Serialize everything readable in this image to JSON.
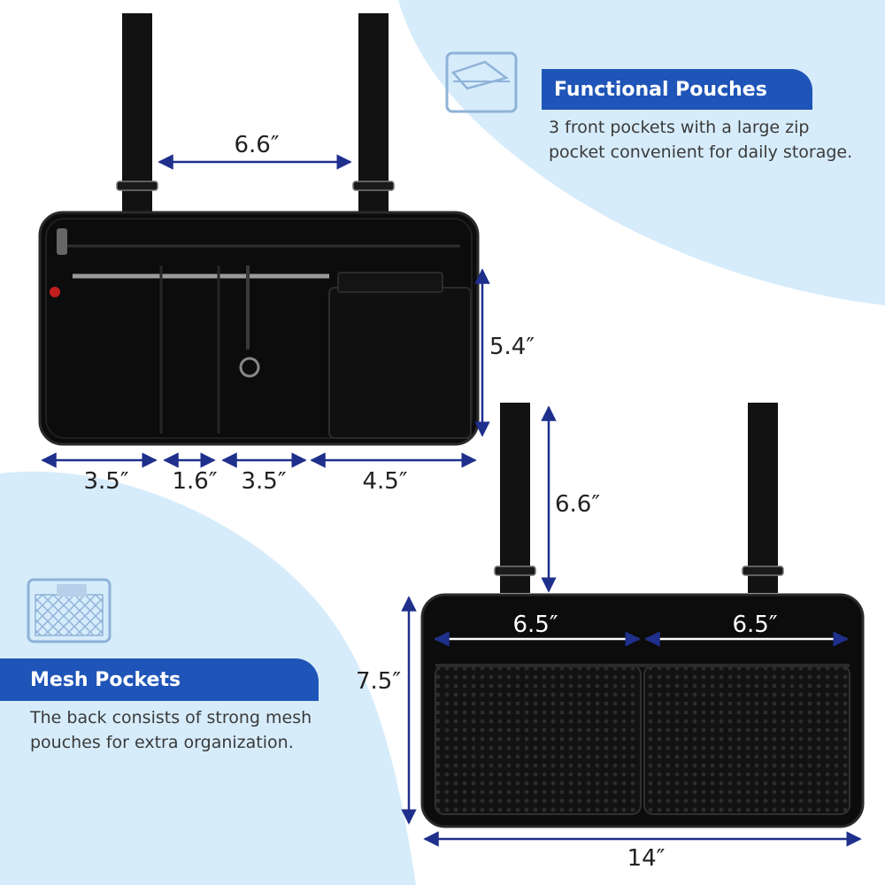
{
  "colors": {
    "accent": "#1f55b8",
    "dimension_line": "#1f2f8c",
    "background_wave": "#d6ecfb",
    "bag": "#0c0c0c"
  },
  "top_feature": {
    "title": "Functional Pouches",
    "description_lines": [
      "3 front pockets with a large zip",
      "pocket convenient for daily storage."
    ],
    "icon": "pouch-icon"
  },
  "bottom_feature": {
    "title": "Mesh Pockets",
    "description_lines": [
      "The back consists of strong mesh",
      "pouches for extra organization."
    ],
    "icon": "mesh-pocket-icon"
  },
  "front_view": {
    "strap_spacing": "6.6″",
    "height": "5.4″",
    "pocket_widths": [
      "3.5″",
      "1.6″",
      "3.5″",
      "4.5″"
    ]
  },
  "back_view": {
    "strap_length": "6.6″",
    "pocket_widths": [
      "6.5″",
      "6.5″"
    ],
    "height": "7.5″",
    "width": "14″"
  }
}
